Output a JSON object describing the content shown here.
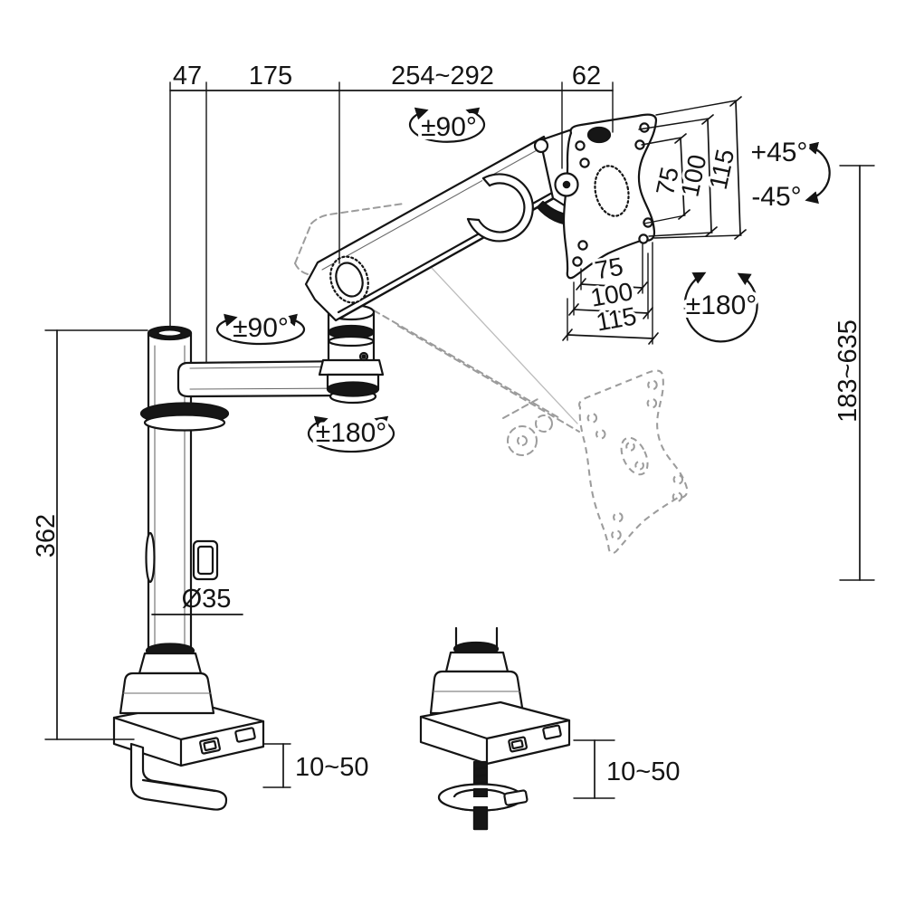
{
  "dims": {
    "top": {
      "a": "47",
      "b": "175",
      "c": "254~292",
      "d": "62"
    },
    "pole_height": "362",
    "pole_diameter": "Ø35",
    "height_range": "183~635",
    "clamp_thickness": "10~50",
    "grommet_thickness": "10~50",
    "vesa_side": {
      "a": "75",
      "b": "100",
      "c": "115"
    },
    "vesa_bottom": {
      "a": "75",
      "b": "100",
      "c": "115"
    }
  },
  "angles": {
    "top_swivel": "±90°",
    "pole_swivel": "±90°",
    "arm_rotation": "±180°",
    "vesa_rotation": "±180°",
    "tilt_up": "+45°",
    "tilt_down": "-45°"
  }
}
